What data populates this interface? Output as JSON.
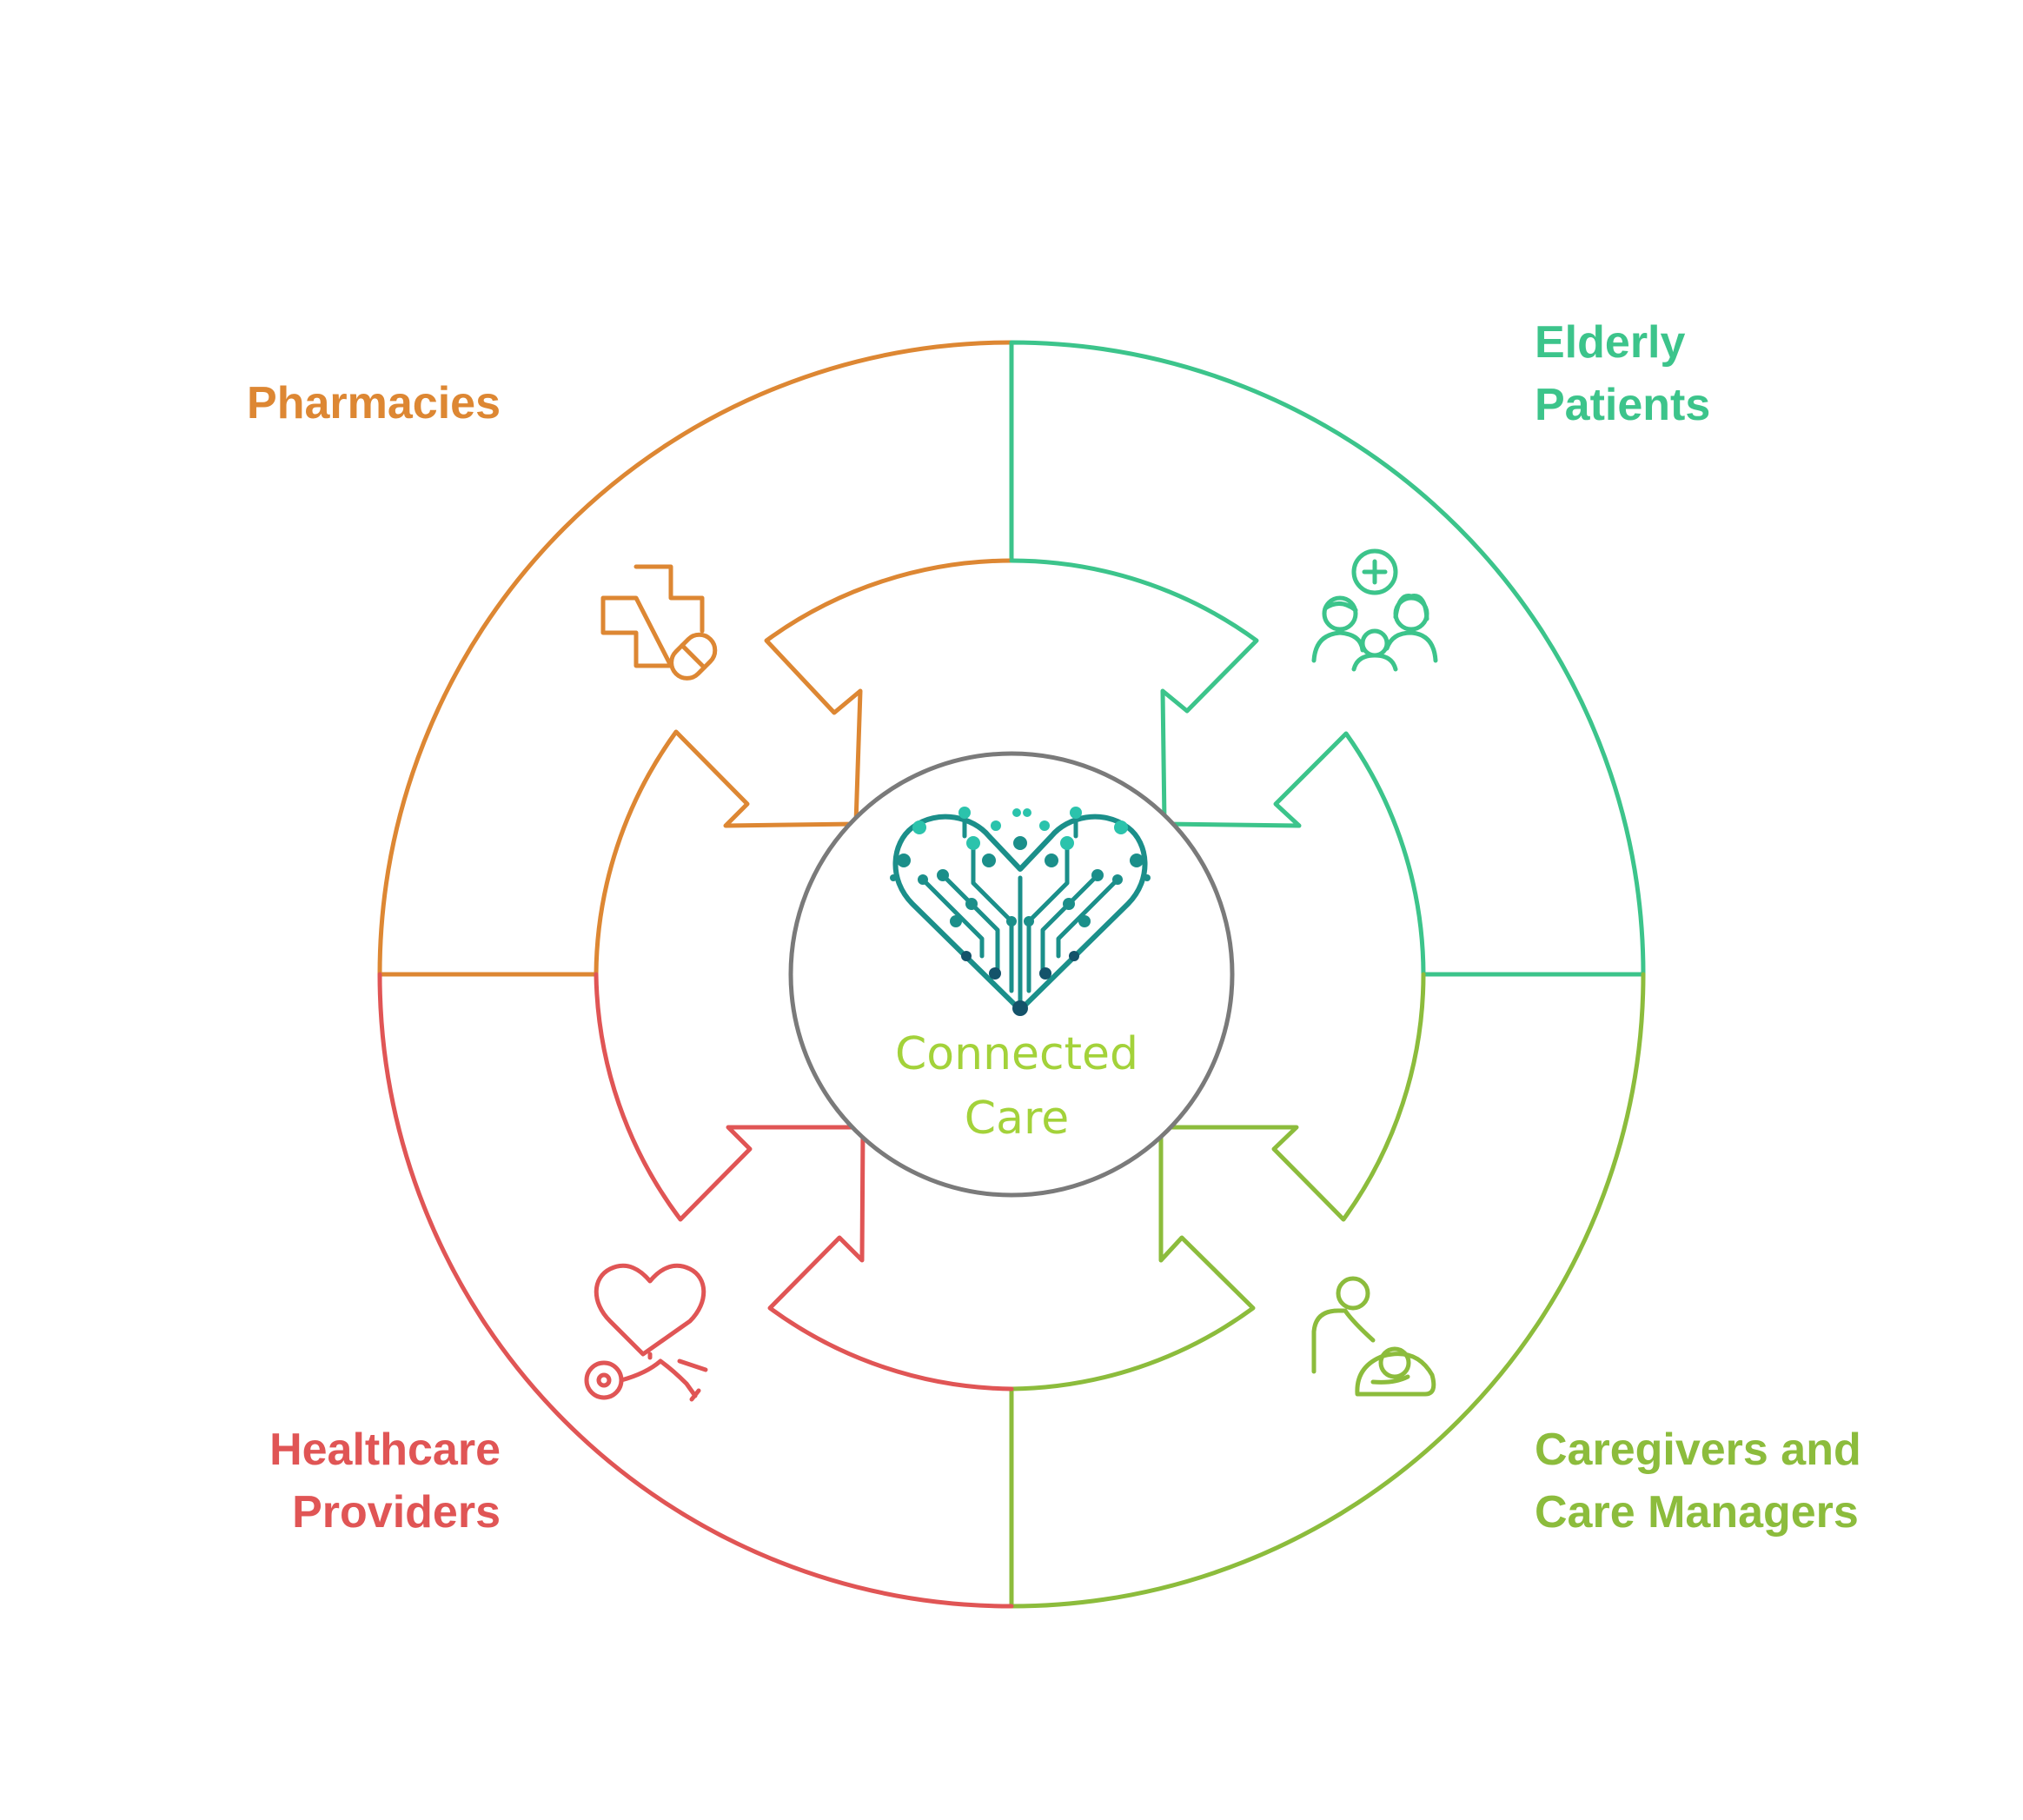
{
  "diagram": {
    "title": "Connected Care",
    "center": {
      "label_line1": "Connected",
      "label_line2": "Care",
      "icon": "circuit-heart-icon",
      "label_color": "#a3d23a",
      "ring_color": "#7a7a7a",
      "icon_colors": [
        "#2bc3ac",
        "#1b8f8a",
        "#14536a"
      ]
    },
    "segments": [
      {
        "id": "pharmacies",
        "line1": "Pharmacies",
        "line2": "",
        "color": "#dd8733",
        "icon": "pharmacy-cross-pill-icon"
      },
      {
        "id": "elderly",
        "line1": "Elderly",
        "line2": "Patients",
        "color": "#3cc48b",
        "icon": "patients-group-icon"
      },
      {
        "id": "caregivers",
        "line1": "Caregivers and",
        "line2": "Care Managers",
        "color": "#8cbc3c",
        "icon": "caregiver-icon"
      },
      {
        "id": "providers",
        "line1": "Healthcare",
        "line2": "Providers",
        "color": "#e05555",
        "icon": "stethoscope-heart-icon"
      }
    ]
  }
}
